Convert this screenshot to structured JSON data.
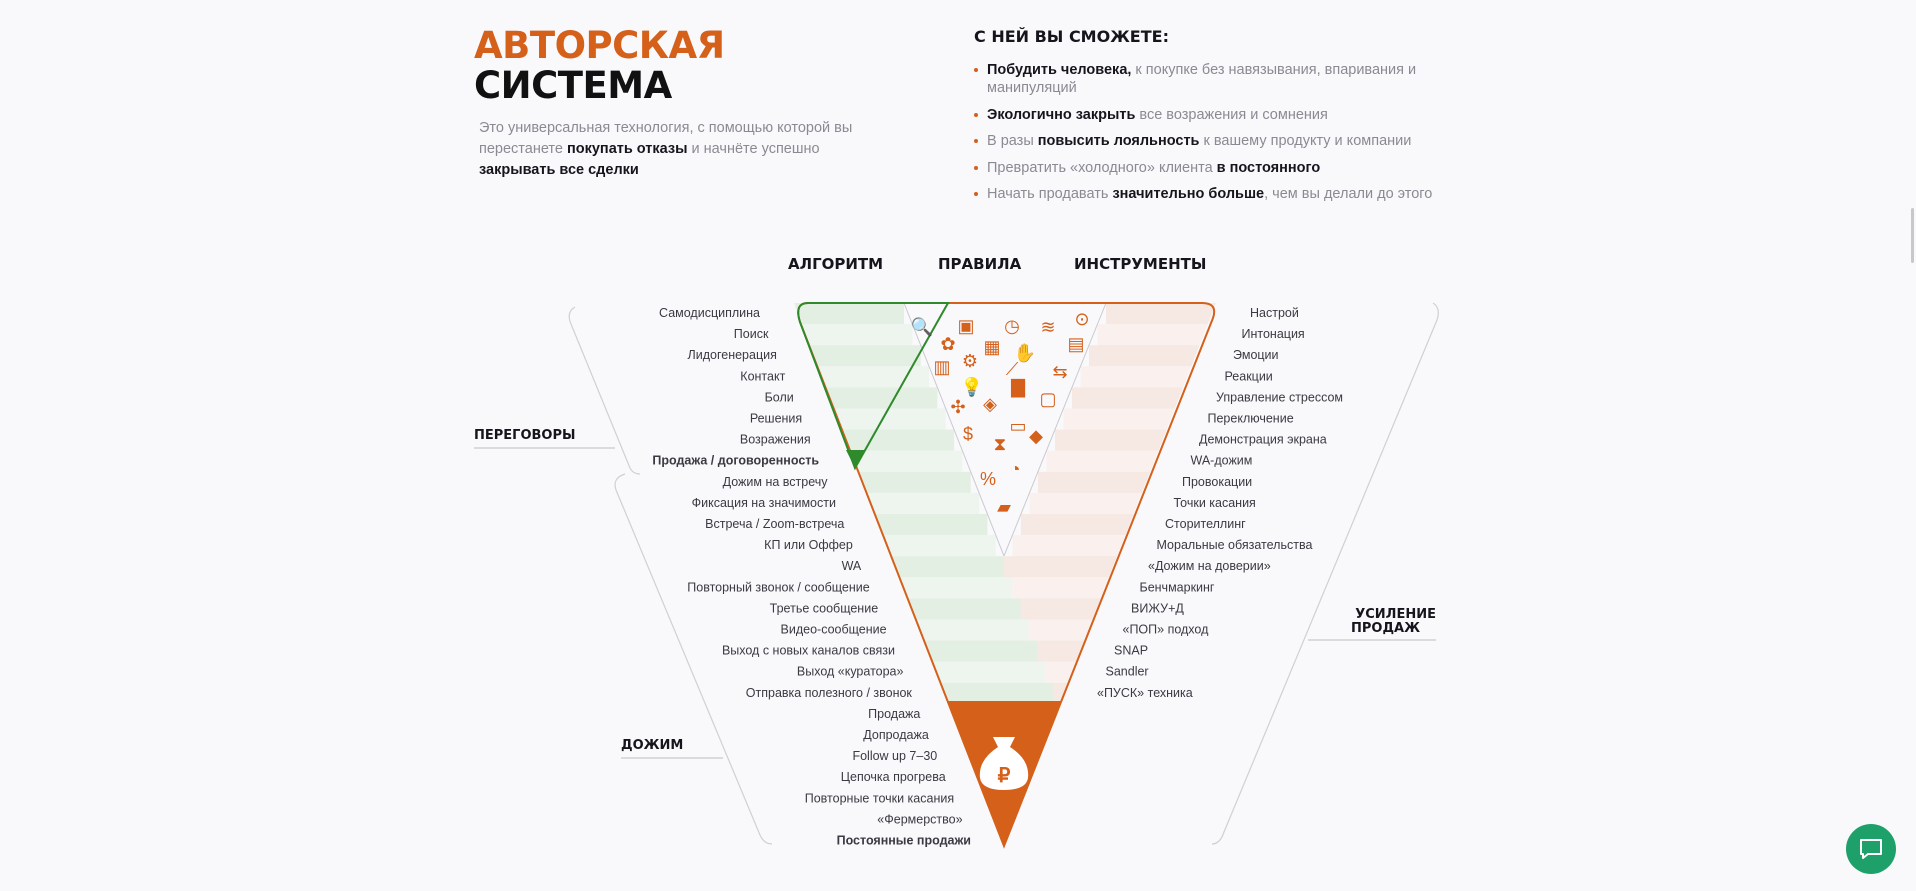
{
  "hero": {
    "title_line1": "АВТОРСКАЯ",
    "title_line2": "СИСТЕМА",
    "intro": [
      {
        "t": "Это универсальная технология, с помощью которой вы перестанете "
      },
      {
        "t": "покупать отказы",
        "b": true
      },
      {
        "t": " и начнёте успешно "
      },
      {
        "t": "закрывать все сделки",
        "b": true
      }
    ]
  },
  "benefits": {
    "heading": "С НЕЙ ВЫ СМОЖЕТЕ:",
    "items": [
      [
        {
          "t": "Побудить человека,",
          "b": true
        },
        {
          "t": " к покупке без навязывания, впаривания и манипуляций"
        }
      ],
      [
        {
          "t": "Экологично закрыть",
          "b": true
        },
        {
          "t": " все возражения и сомнения"
        }
      ],
      [
        {
          "t": "В разы "
        },
        {
          "t": "повысить лояльность",
          "b": true
        },
        {
          "t": " к вашему продукту и компании"
        }
      ],
      [
        {
          "t": "Превратить «холодного» клиента "
        },
        {
          "t": "в постоянного",
          "b": true
        }
      ],
      [
        {
          "t": "Начать продавать "
        },
        {
          "t": "значительно больше",
          "b": true
        },
        {
          "t": ", чем вы делали до этого"
        }
      ]
    ]
  },
  "diagram": {
    "columns": [
      "АЛГОРИТМ",
      "ПРАВИЛА",
      "ИНСТРУМЕНТЫ"
    ],
    "side_left_1": "ПЕРЕГОВОРЫ",
    "side_left_2": "ДОЖИМ",
    "side_right_1": "УСИЛЕНИЕ",
    "side_right_2": "ПРОДАЖ",
    "left_labels": [
      "Самодисциплина",
      "Поиск",
      "Лидогенерация",
      "Контакт",
      "Боли",
      "Решения",
      "Возражения",
      "Продажа / договоренность",
      "Дожим на встречу",
      "Фиксация на значимости",
      "Встреча / Zoom-встреча",
      "КП или Оффер",
      "WA",
      "Повторный звонок / сообщение",
      "Третье сообщение",
      "Видео-сообщение",
      "Выход с новых каналов связи",
      "Выход «куратора»",
      "Отправка полезного / звонок",
      "Продажа",
      "Допродажа",
      "Follow up 7–30",
      "Цепочка прогрева",
      "Повторные точки касания",
      "«Фермерство»",
      "Постоянные продажи"
    ],
    "right_labels": [
      "Настрой",
      "Интонация",
      "Эмоции",
      "Реакции",
      "Управление стрессом",
      "Переключение",
      "Демонстрация экрана",
      "WA-дожим",
      "Провокации",
      "Точки касания",
      "Сторителлинг",
      "Моральные обязательства",
      "«Дожим на доверии»",
      "Бенчмаркинг",
      "ВИЖУ+Д",
      "«ПОП» подход",
      "SNAP",
      "Sandler",
      "«ПУСК» техника"
    ],
    "highlight_green_index": 7,
    "highlight_orange_index": 25,
    "money_symbol": "₽"
  },
  "colors": {
    "orange": "#d4601a",
    "green": "#2e8a2a",
    "dark": "#15151c",
    "chat": "#1ea06a"
  }
}
